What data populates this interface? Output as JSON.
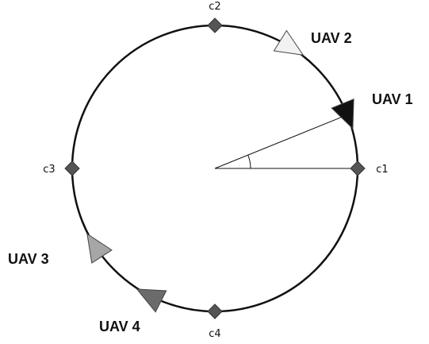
{
  "checkpoints": [
    {
      "id": "c1",
      "label": "c1",
      "angle_deg": 0
    },
    {
      "id": "c2",
      "label": "c2",
      "angle_deg": 90
    },
    {
      "id": "c3",
      "label": "c3",
      "angle_deg": 180
    },
    {
      "id": "c4",
      "label": "c4",
      "angle_deg": 270
    }
  ],
  "uavs": [
    {
      "id": "uav1",
      "label": "UAV 1",
      "angle_deg": 22,
      "color": "#111111"
    },
    {
      "id": "uav2",
      "label": "UAV 2",
      "angle_deg": 58,
      "color": "#f2f2f2"
    },
    {
      "id": "uav3",
      "label": "UAV 3",
      "angle_deg": 213,
      "color": "#a6a6a6"
    },
    {
      "id": "uav4",
      "label": "UAV 4",
      "angle_deg": 243,
      "color": "#6b6b6b"
    }
  ],
  "angle_reference": {
    "from_checkpoint": "c1",
    "to_uav": "uav1"
  },
  "colors": {
    "circle": "#111111",
    "checkpoint": "#555555",
    "radius_line": "#111111"
  }
}
